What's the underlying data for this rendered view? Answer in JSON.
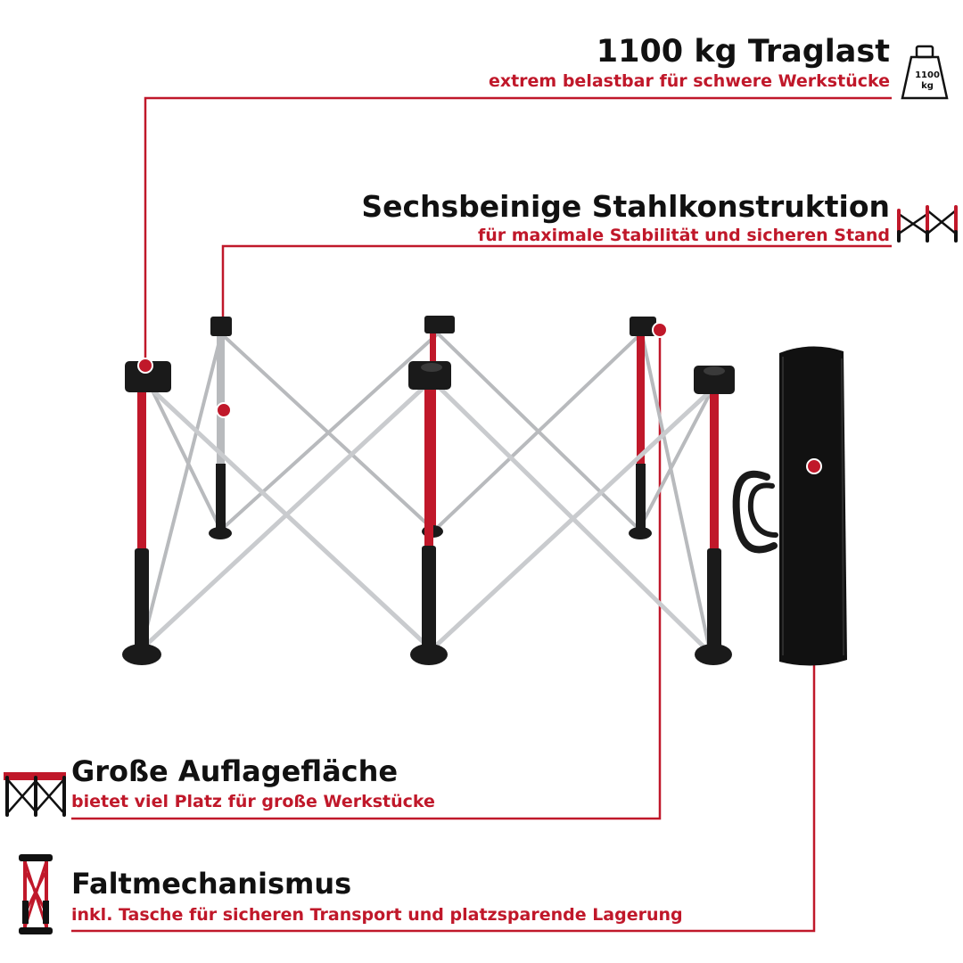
{
  "features": [
    {
      "title": "1100 kg Traglast",
      "subtitle": "extrem belastbar für schwere Werkstücke",
      "icon": "weight-icon"
    },
    {
      "title": "Sechsbeinige Stahlkonstruktion",
      "subtitle": "für maximale Stabilität und sicheren Stand",
      "icon": "x-frame-icon"
    },
    {
      "title": "Große Auflagefläche",
      "subtitle": "bietet viel Platz für große Werkstücke",
      "icon": "workbench-icon"
    },
    {
      "title": "Faltmechanismus",
      "subtitle": "inkl. Tasche für sicheren Transport und platzsparende Lagerung",
      "icon": "folded-frame-icon"
    }
  ],
  "weight_icon": {
    "line1": "1100",
    "line2": "kg"
  },
  "colors": {
    "accent": "#c0182a",
    "text": "#111111",
    "steel": "#b8babd",
    "black": "#1a1a1a"
  }
}
